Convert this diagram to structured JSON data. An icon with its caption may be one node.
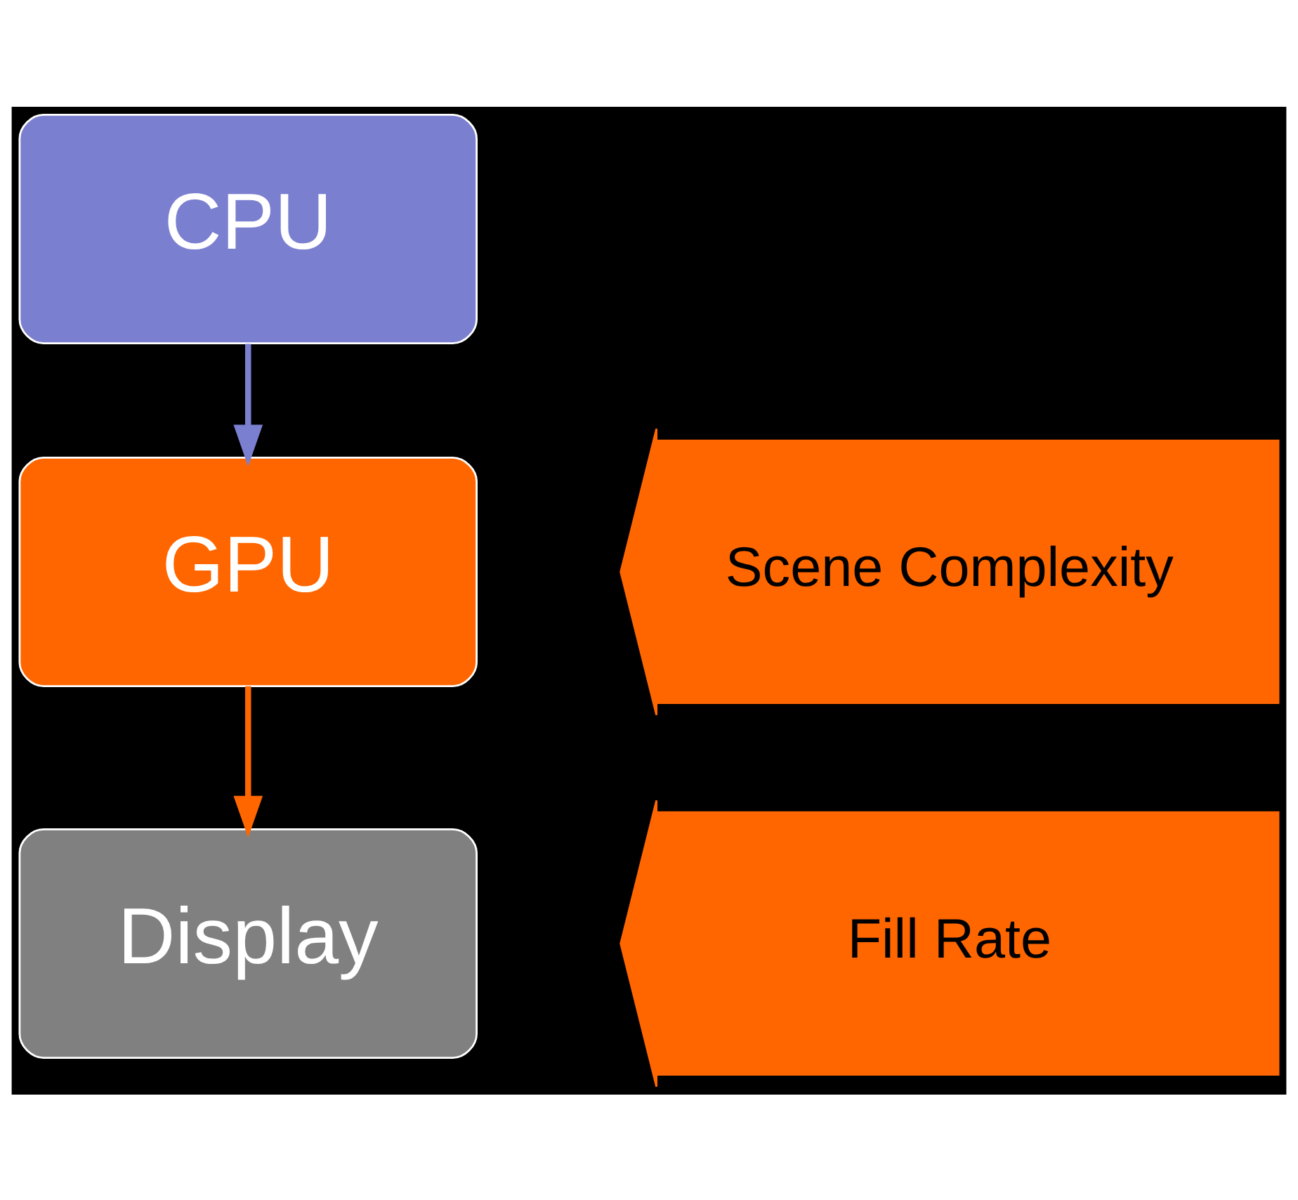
{
  "diagram": {
    "nodes": [
      {
        "text": [
          "CPU"
        ]
      },
      {
        "text": [
          "GPU"
        ]
      },
      {
        "text": [
          "Display"
        ]
      },
      {
        "text": [
          "Scene Complexity"
        ]
      },
      {
        "text": [
          "Fill Rate"
        ]
      }
    ],
    "edges": [
      {
        "from": 0,
        "to": 1,
        "arrow": "to",
        "color": "#7b7fcf"
      },
      {
        "from": 1,
        "to": 2,
        "arrow": "to",
        "color": "#ff6600"
      }
    ]
  }
}
